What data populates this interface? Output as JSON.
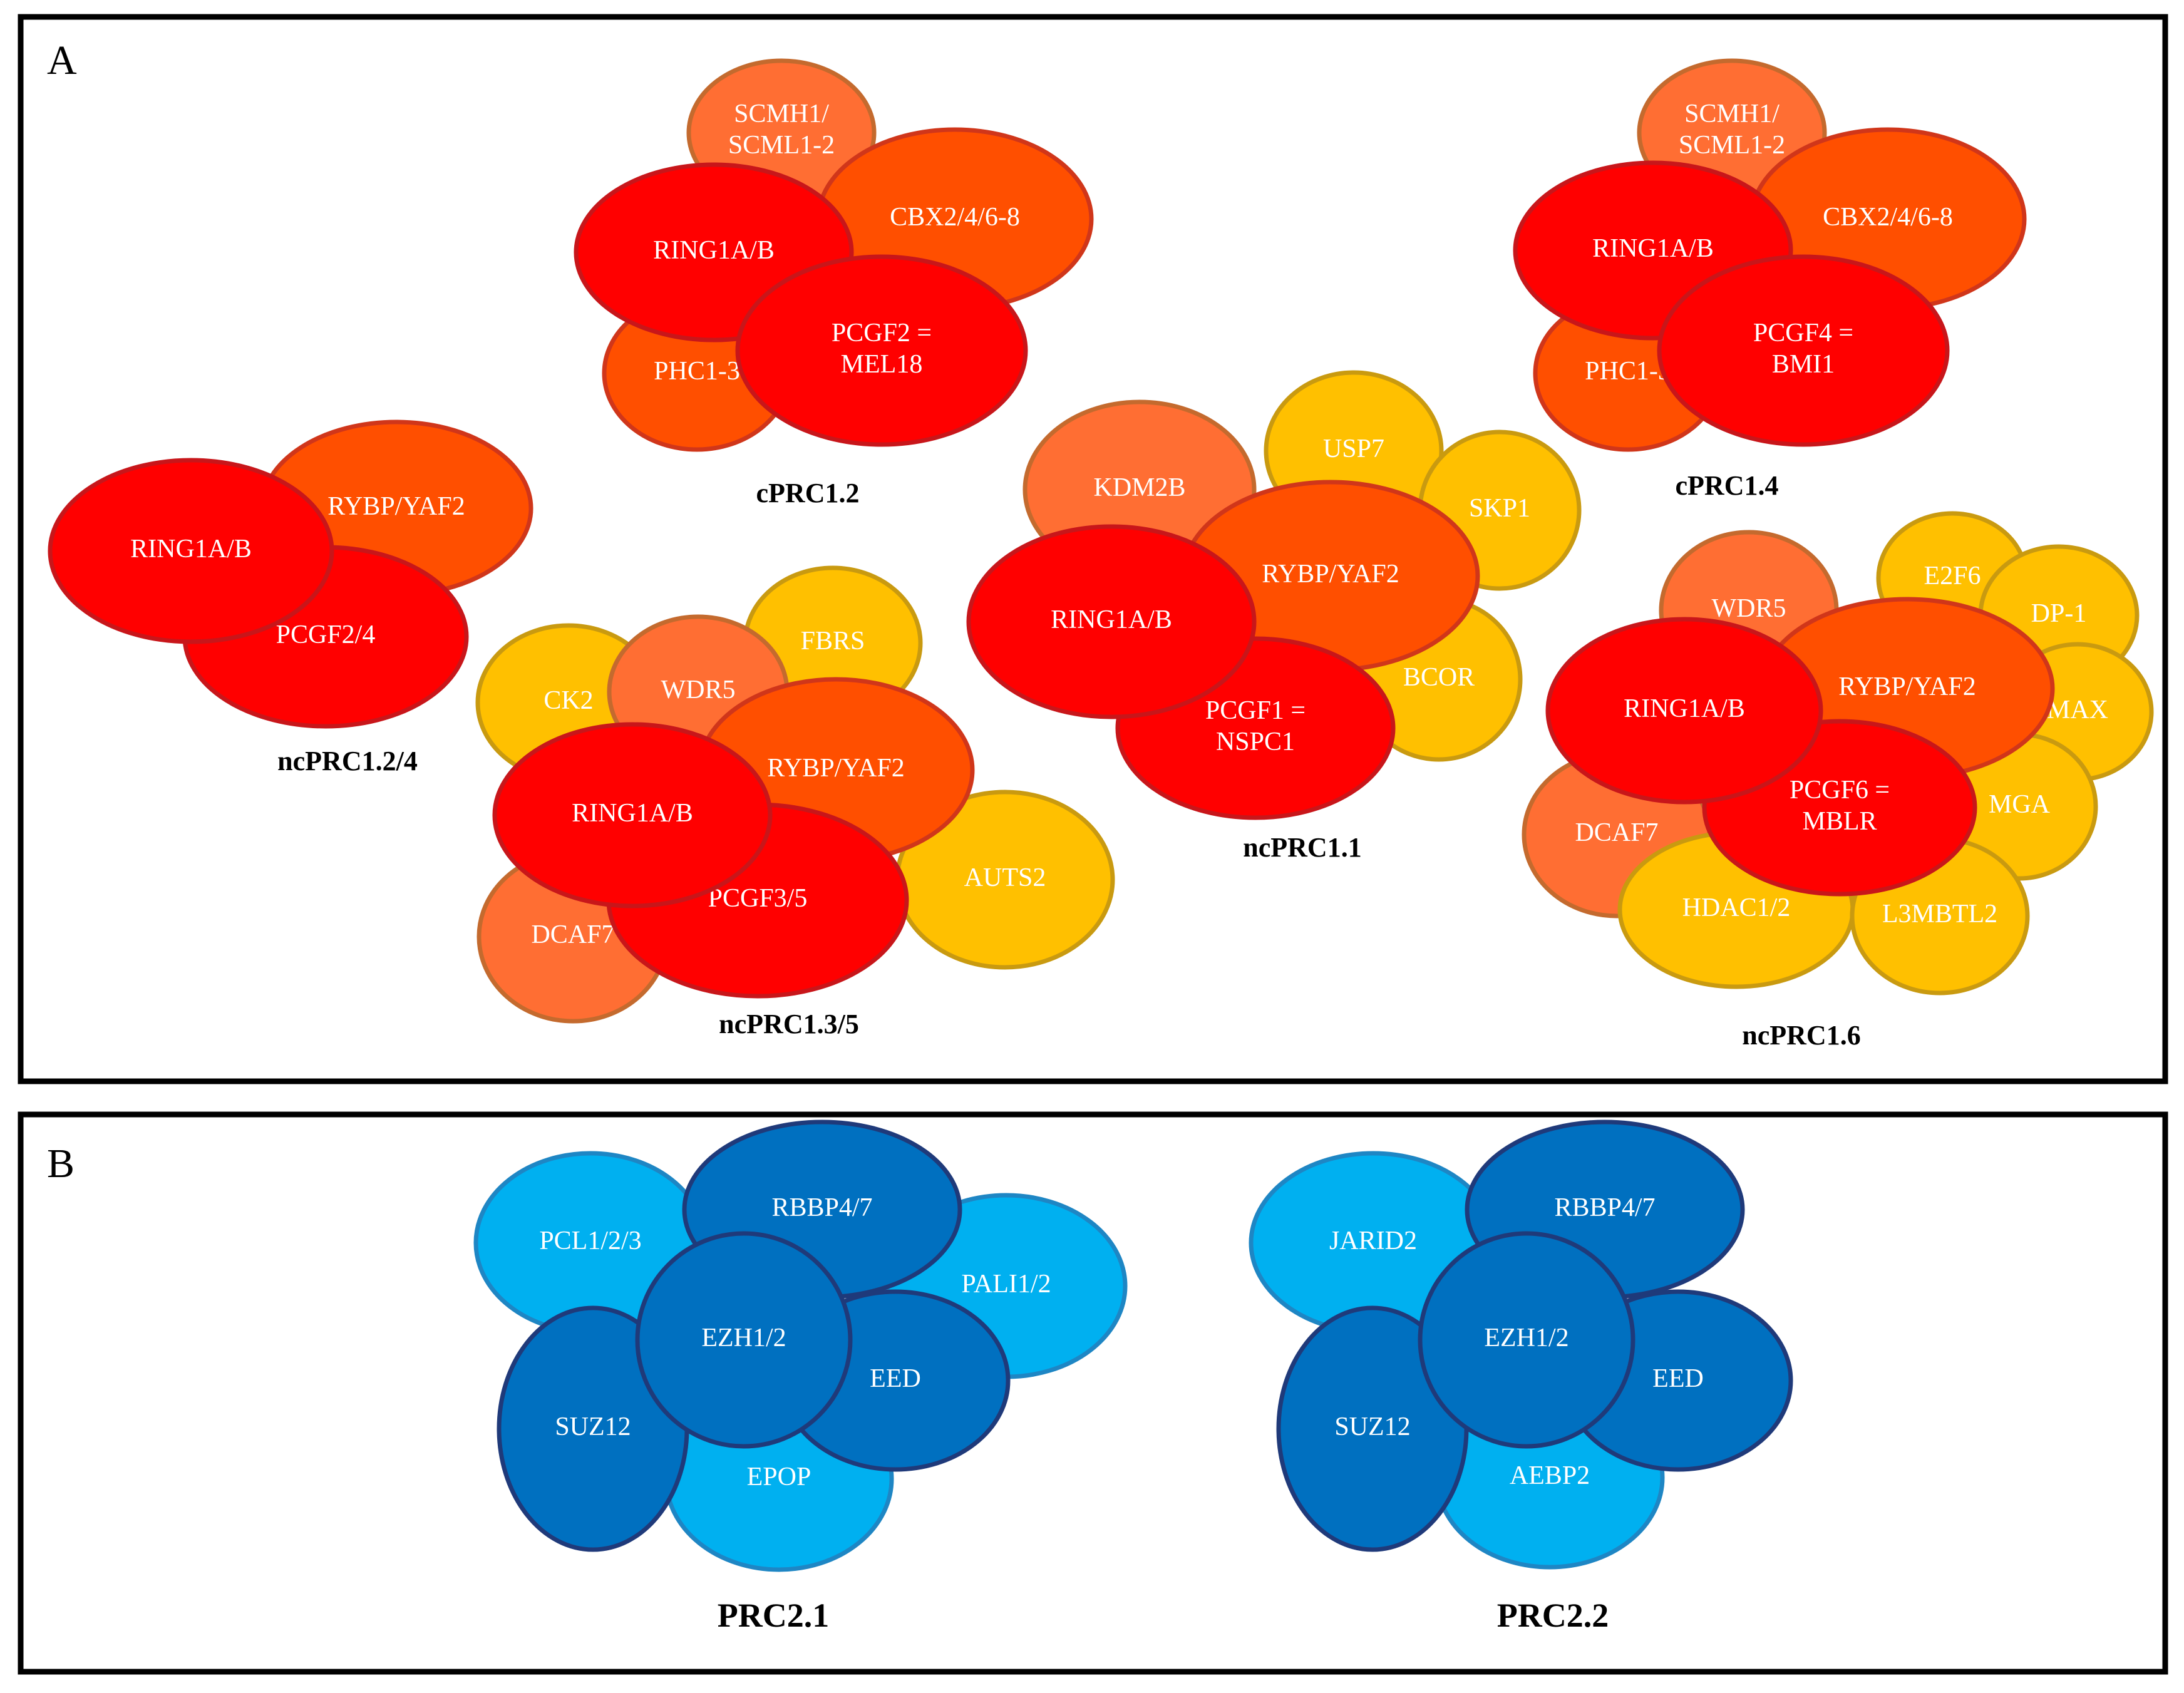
{
  "colors": {
    "red_core": "#ff0000",
    "red_stroke": "#c8161a",
    "orange_dark": "#ff4f00",
    "orange_dark_stroke": "#d0361a",
    "orange_light": "#ff6e33",
    "orange_light_stroke": "#c46a2e",
    "yellow": "#ffc000",
    "yellow_stroke": "#c99a10",
    "blue_light": "#00b0f0",
    "blue_light_stroke": "#1e86c4",
    "blue_dark": "#0070c0",
    "blue_dark_stroke": "#1f3a7a",
    "text_on_shape": "#ffffff",
    "frame": "#000000"
  },
  "panels": [
    {
      "letter": "A",
      "complexes": [
        {
          "name": "cPRC1.2",
          "subunits": [
            {
              "label": "SCMH1/\nSCML1-2",
              "color": "orange_light"
            },
            {
              "label": "CBX2/4/6-8",
              "color": "orange_dark"
            },
            {
              "label": "PHC1-3",
              "color": "orange_dark"
            },
            {
              "label": "RING1A/B",
              "color": "red_core"
            },
            {
              "label": "PCGF2 =\nMEL18",
              "color": "red_core"
            }
          ]
        },
        {
          "name": "cPRC1.4",
          "subunits": [
            {
              "label": "SCMH1/\nSCML1-2",
              "color": "orange_light"
            },
            {
              "label": "CBX2/4/6-8",
              "color": "orange_dark"
            },
            {
              "label": "PHC1-3",
              "color": "orange_dark"
            },
            {
              "label": "RING1A/B",
              "color": "red_core"
            },
            {
              "label": "PCGF4 =\nBMI1",
              "color": "red_core"
            }
          ]
        },
        {
          "name": "ncPRC1.2/4",
          "subunits": [
            {
              "label": "RYBP/YAF2",
              "color": "orange_dark"
            },
            {
              "label": "PCGF2/4",
              "color": "red_core"
            },
            {
              "label": "RING1A/B",
              "color": "red_core"
            }
          ]
        },
        {
          "name": "ncPRC1.3/5",
          "subunits": [
            {
              "label": "FBRS",
              "color": "yellow"
            },
            {
              "label": "CK2",
              "color": "yellow"
            },
            {
              "label": "WDR5",
              "color": "orange_light"
            },
            {
              "label": "AUTS2",
              "color": "yellow"
            },
            {
              "label": "RYBP/YAF2",
              "color": "orange_dark"
            },
            {
              "label": "DCAF7",
              "color": "orange_light"
            },
            {
              "label": "PCGF3/5",
              "color": "red_core"
            },
            {
              "label": "RING1A/B",
              "color": "red_core"
            }
          ]
        },
        {
          "name": "ncPRC1.1",
          "subunits": [
            {
              "label": "USP7",
              "color": "yellow"
            },
            {
              "label": "SKP1",
              "color": "yellow"
            },
            {
              "label": "BCOR",
              "color": "yellow"
            },
            {
              "label": "KDM2B",
              "color": "orange_light"
            },
            {
              "label": "RYBP/YAF2",
              "color": "orange_dark"
            },
            {
              "label": "PCGF1 =\nNSPC1",
              "color": "red_core"
            },
            {
              "label": "RING1A/B",
              "color": "red_core"
            }
          ]
        },
        {
          "name": "ncPRC1.6",
          "subunits": [
            {
              "label": "E2F6",
              "color": "yellow"
            },
            {
              "label": "DP-1",
              "color": "yellow"
            },
            {
              "label": "MAX",
              "color": "yellow"
            },
            {
              "label": "MGA",
              "color": "yellow"
            },
            {
              "label": "WDR5",
              "color": "orange_light"
            },
            {
              "label": "DCAF7",
              "color": "orange_light"
            },
            {
              "label": "HDAC1/2",
              "color": "yellow"
            },
            {
              "label": "L3MBTL2",
              "color": "yellow"
            },
            {
              "label": "RYBP/YAF2",
              "color": "orange_dark"
            },
            {
              "label": "PCGF6 =\nMBLR",
              "color": "red_core"
            },
            {
              "label": "RING1A/B",
              "color": "red_core"
            }
          ]
        }
      ]
    },
    {
      "letter": "B",
      "complexes": [
        {
          "name": "PRC2.1",
          "subunits": [
            {
              "label": "PCL1/2/3",
              "color": "blue_light"
            },
            {
              "label": "PALI1/2",
              "color": "blue_light"
            },
            {
              "label": "EPOP",
              "color": "blue_light"
            },
            {
              "label": "RBBP4/7",
              "color": "blue_dark"
            },
            {
              "label": "EED",
              "color": "blue_dark"
            },
            {
              "label": "SUZ12",
              "color": "blue_dark"
            },
            {
              "label": "EZH1/2",
              "color": "blue_dark"
            }
          ]
        },
        {
          "name": "PRC2.2",
          "subunits": [
            {
              "label": "JARID2",
              "color": "blue_light"
            },
            {
              "label": "AEBP2",
              "color": "blue_light"
            },
            {
              "label": "RBBP4/7",
              "color": "blue_dark"
            },
            {
              "label": "EED",
              "color": "blue_dark"
            },
            {
              "label": "SUZ12",
              "color": "blue_dark"
            },
            {
              "label": "EZH1/2",
              "color": "blue_dark"
            }
          ]
        }
      ]
    }
  ]
}
